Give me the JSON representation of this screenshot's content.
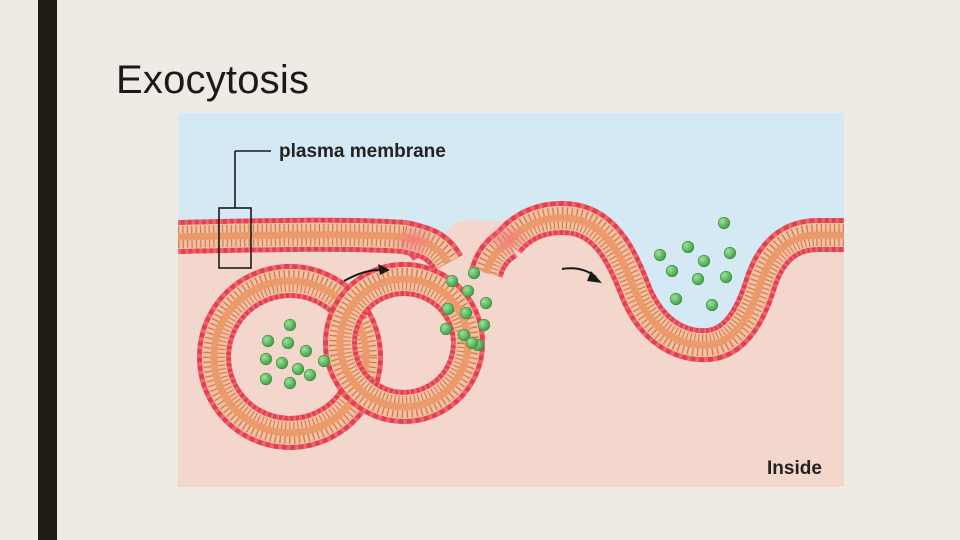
{
  "slide": {
    "title": "Exocytosis"
  },
  "diagram": {
    "label_membrane": "plasma membrane",
    "label_inside": "Inside"
  },
  "colors": {
    "background": "#efebe4",
    "left_bar": "#1d1d14",
    "outside": "#d4e9f4",
    "inside": "#f4d7cc",
    "lipid_head": "#e3404f",
    "lipid_tail": "#e9a068",
    "cargo": "#5cb85c"
  }
}
